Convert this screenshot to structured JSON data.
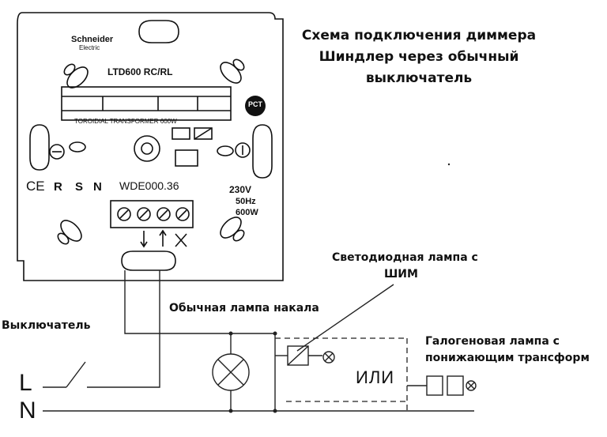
{
  "title_lines": [
    "Схема подключения диммера",
    "Шиндлер через обычный",
    "выключатель"
  ],
  "labels": {
    "switch": "Выключатель",
    "incandescent": "Обычная лампа накала",
    "led_line1": "Светодиодная лампа с",
    "led_line2": "ШИМ",
    "halogen_line1": "Галогеновая лампа с",
    "halogen_line2": "понижающим трансформ",
    "or": "ИЛИ",
    "phase": "L",
    "neutral": "N"
  },
  "dimmer": {
    "brand_line1": "Schneider",
    "brand_line2": "Electric",
    "model": "LTD600  RC/RL",
    "transformer": "TOROIDIAL TRANSFORMER 600W",
    "code": "WDE000.36",
    "voltage": "230V",
    "frequency": "50Hz",
    "power": "600W",
    "cert": "PCT",
    "marks": [
      "CE",
      "R",
      "S",
      "N"
    ]
  }
}
